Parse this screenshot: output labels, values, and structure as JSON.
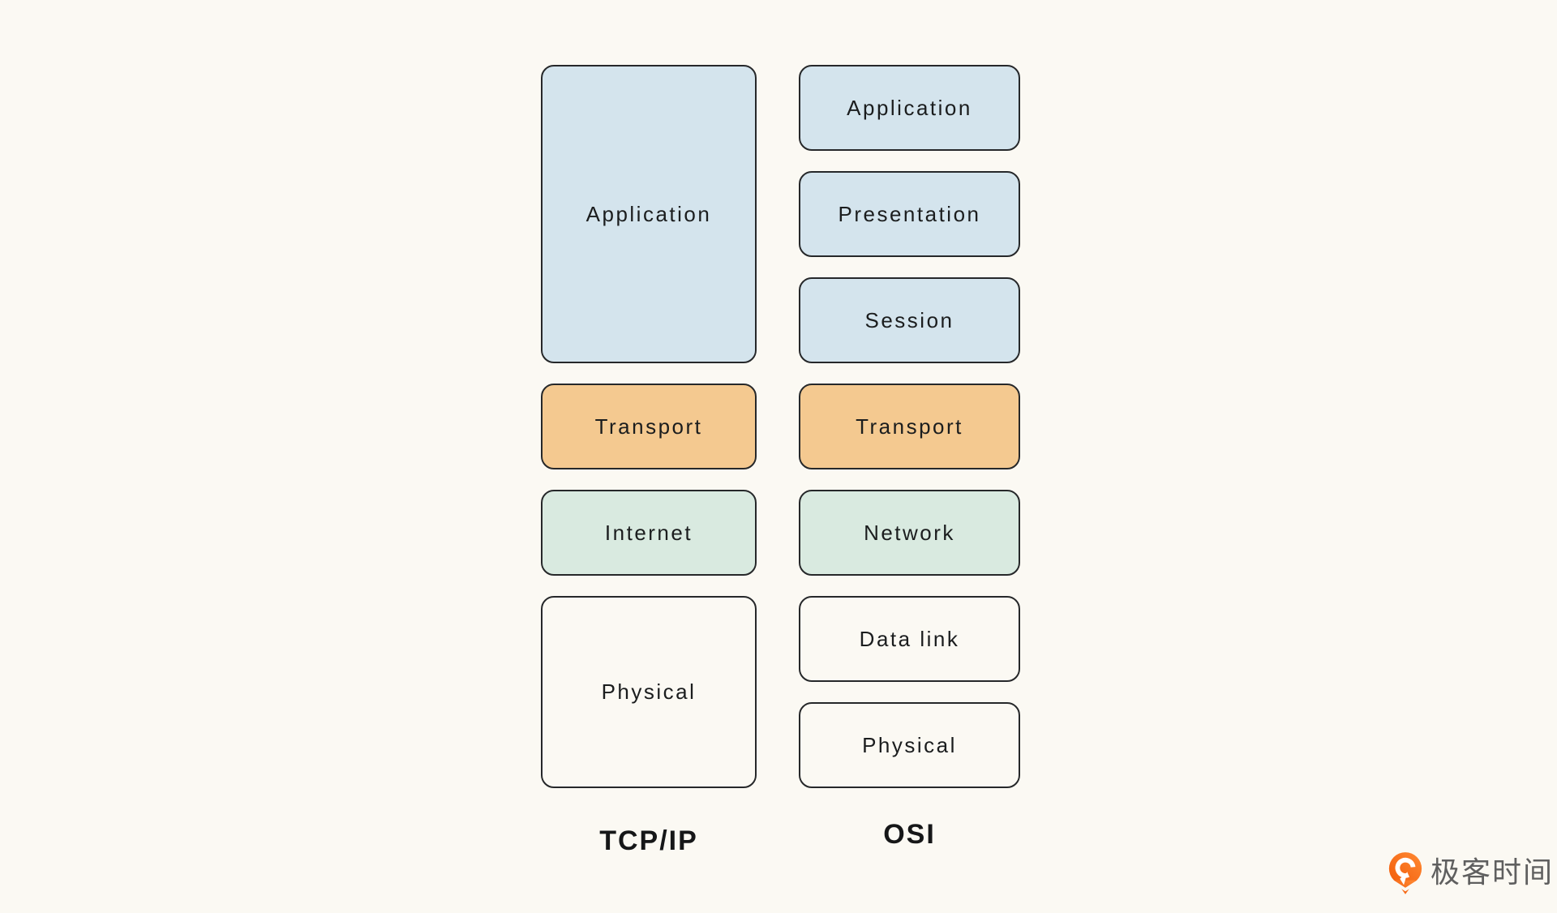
{
  "page": {
    "background": "#FBF9F3"
  },
  "colors": {
    "blue": "#D4E4ED",
    "orange": "#F4C990",
    "green": "#D9EAE0",
    "plain": "transparent",
    "border": "#26282A",
    "text": "#1B1D1E"
  },
  "diagram": {
    "columns": [
      {
        "id": "tcpip",
        "label": "TCP/IP",
        "boxes": [
          {
            "label": "Application",
            "color": "blue",
            "span": 3
          },
          {
            "label": "Transport",
            "color": "orange",
            "span": 1
          },
          {
            "label": "Internet",
            "color": "green",
            "span": 1
          },
          {
            "label": "Physical",
            "color": "plain",
            "span": 2
          }
        ]
      },
      {
        "id": "osi",
        "label": "OSI",
        "boxes": [
          {
            "label": "Application",
            "color": "blue",
            "span": 1
          },
          {
            "label": "Presentation",
            "color": "blue",
            "span": 1
          },
          {
            "label": "Session",
            "color": "blue",
            "span": 1
          },
          {
            "label": "Transport",
            "color": "orange",
            "span": 1
          },
          {
            "label": "Network",
            "color": "green",
            "span": 1
          },
          {
            "label": "Data link",
            "color": "plain",
            "span": 1
          },
          {
            "label": "Physical",
            "color": "plain",
            "span": 1
          }
        ]
      }
    ]
  },
  "branding": {
    "logo_text": "极客时间",
    "logo_color_top": "#FF8A33",
    "logo_color_bottom": "#F25B0A",
    "logo_text_color": "#5F5F5F"
  }
}
